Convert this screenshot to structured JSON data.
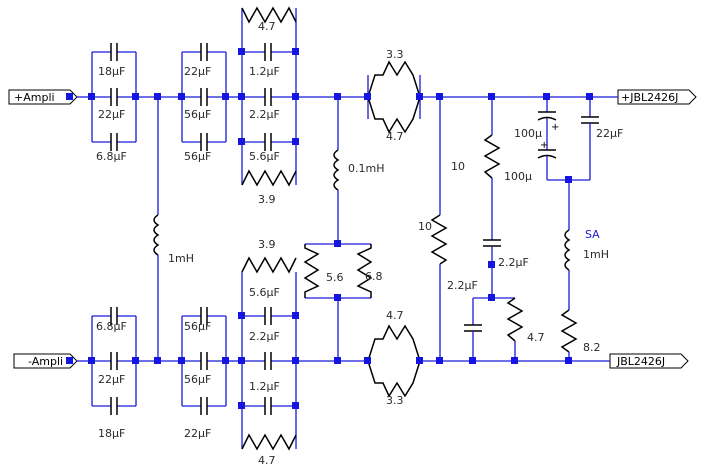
{
  "ports": {
    "in_pos": "+Ampli",
    "in_neg": "-Ampli",
    "out_pos": "+JBL2426J",
    "out_neg": "JBL2426J"
  },
  "top_bank_a": [
    "18µF",
    "22µF",
    "6.8µF"
  ],
  "top_bank_b": [
    "22µF",
    "56µF",
    "56µF"
  ],
  "top_bank_c": [
    "4.7",
    "1.2µF",
    "2.2µF",
    "5.6µF",
    "3.9"
  ],
  "bot_bank_a": [
    "6.8µF",
    "22µF",
    "18µF"
  ],
  "bot_bank_b": [
    "56µF",
    "56µF",
    "22µF"
  ],
  "bot_bank_c": [
    "3.9",
    "5.6µF",
    "2.2µF",
    "1.2µF",
    "4.7"
  ],
  "components": {
    "inductor_1mh_left": "1mH",
    "inductor_01mh": "0.1mH",
    "r_shunt_a": "5.6",
    "r_shunt_b": "6.8",
    "r_top_upper": "3.3",
    "r_top_lower": "4.7",
    "r_bot_upper": "4.7",
    "r_bot_lower": "3.3",
    "r_10_label_top": "10",
    "r_10_label_side": "10",
    "r_100": "100µ",
    "c_22_mid": "2.2µF",
    "c_22_low": "2.2µF",
    "r_47_low": "4.7",
    "c_100": "100µ",
    "c_22uf": "22µF",
    "inductor_1mh_right": "1mH",
    "inductor_sa": "SA",
    "r_82": "8.2",
    "polarity_plus": "+"
  }
}
